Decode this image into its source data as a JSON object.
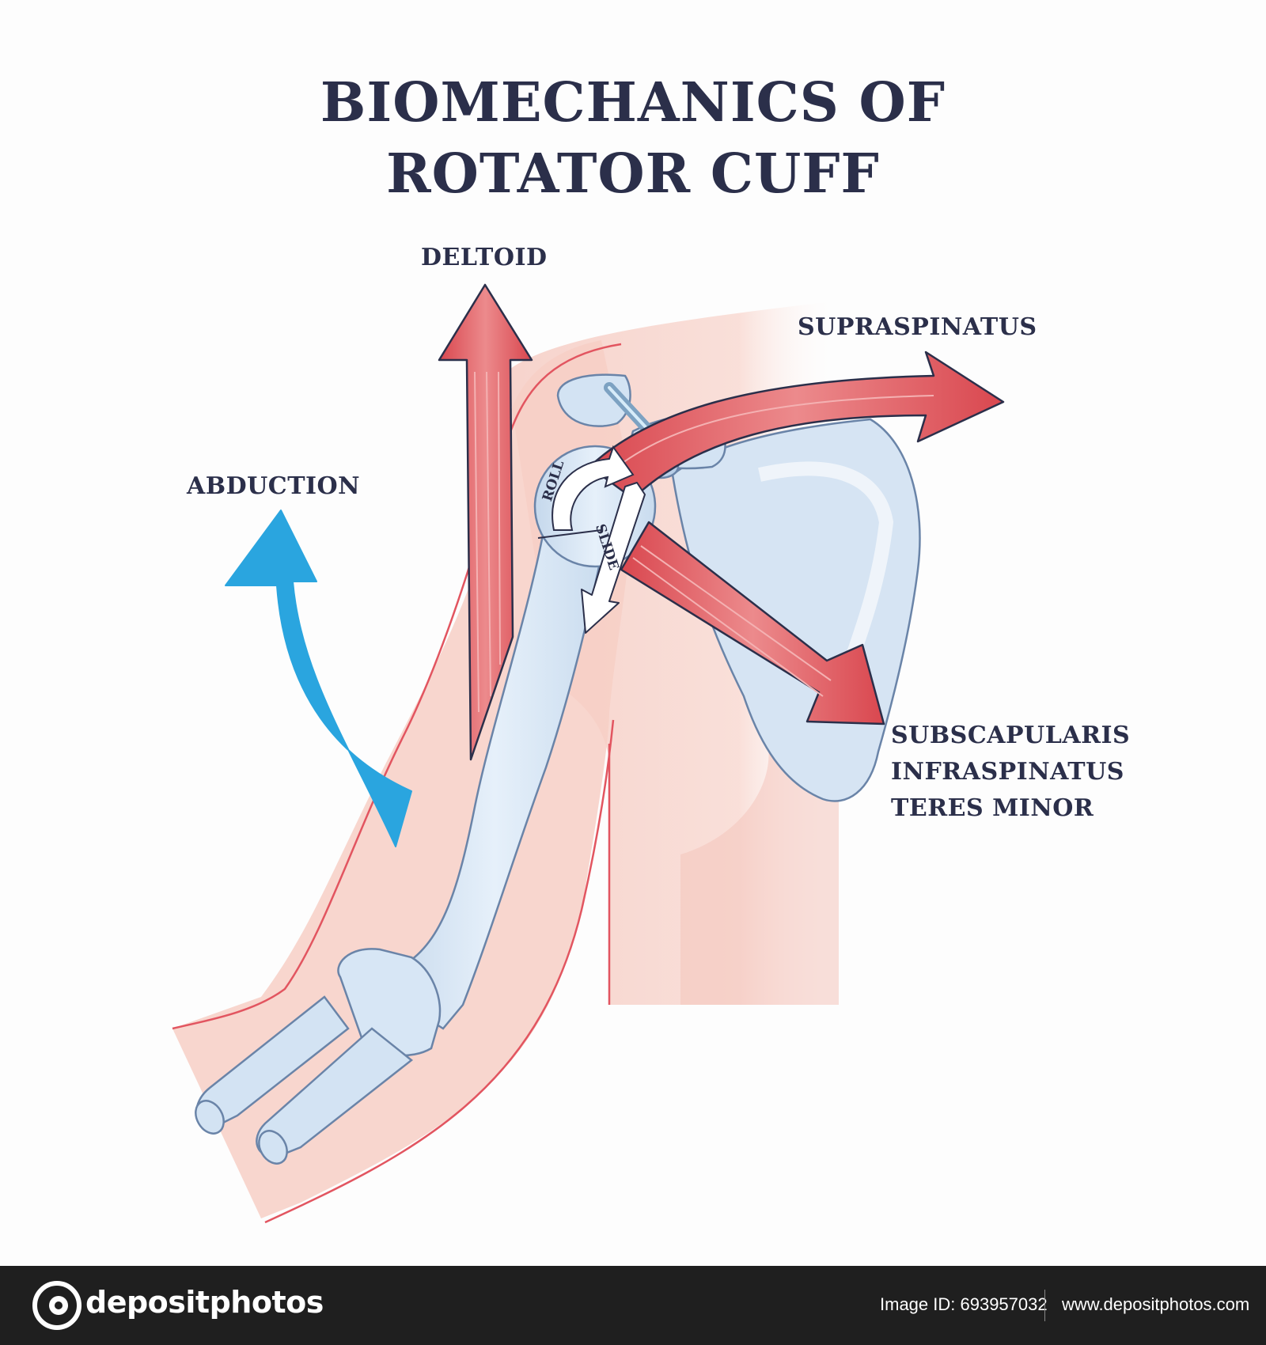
{
  "title": {
    "line1": "BIOMECHANICS OF",
    "line2": "ROTATOR CUFF"
  },
  "labels": {
    "deltoid": "DELTOID",
    "supraspinatus": "SUPRASPINATUS",
    "abduction": "ABDUCTION",
    "roll": "ROLL",
    "slide": "SLIDE",
    "subscapularis": "SUBSCAPULARIS",
    "infraspinatus": "INFRASPINATUS",
    "teres_minor": "TERES MINOR"
  },
  "colors": {
    "muscle_arrow": "#de5a5f",
    "abduction_arrow": "#2aa5df",
    "bone": "#d3e3f3",
    "skin": "#f8d3cc",
    "outline": "#e25560",
    "text": "#2b2f4a"
  },
  "footer": {
    "brand": "depositphotos",
    "image_id": "Image ID: 693957032",
    "url": "www.depositphotos.com"
  }
}
